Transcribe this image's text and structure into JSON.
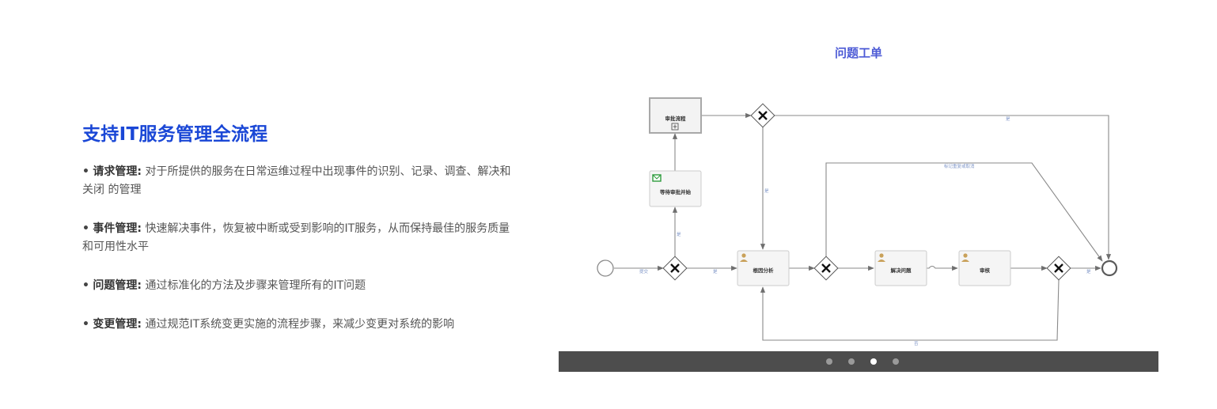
{
  "left": {
    "title": "支持IT服务管理全流程",
    "bullet_symbol": "•",
    "features": [
      {
        "term": "请求管理:",
        "text": "对于所提供的服务在日常运维过程中出现事件的识别、记录、调查、解决和关闭 的管理"
      },
      {
        "term": "事件管理:",
        "text": "快速解决事件，恢复被中断或受到影响的IT服务，从而保持最佳的服务质量和可用性水平"
      },
      {
        "term": "问题管理:",
        "text": "通过标准化的方法及步骤来管理所有的IT问题"
      },
      {
        "term": "变更管理:",
        "text": "通过规范IT系统变更实施的流程步骤，来减少变更对系统的影响"
      }
    ]
  },
  "right": {
    "title": "问题工单",
    "diagram": {
      "nodes": {
        "approval_flow": "审批流程",
        "wait_approval": "等待审批并始",
        "root_cause": "根因分析",
        "solve_problem": "解决问题",
        "review": "审核"
      },
      "edge_labels": {
        "submit": "提交",
        "yes_1": "是",
        "yes_2": "是",
        "yes_3": "是",
        "yes_4": "是",
        "yes_5": "是",
        "no": "否",
        "mark_duplicate": "标记重复或取消"
      },
      "colors": {
        "line": "#8a8a8a",
        "node_fill": "#f5f5f5",
        "node_stroke": "#c9c9c9",
        "label": "#7f96c8"
      }
    },
    "carousel": {
      "count": 4,
      "active_index": 2
    }
  }
}
